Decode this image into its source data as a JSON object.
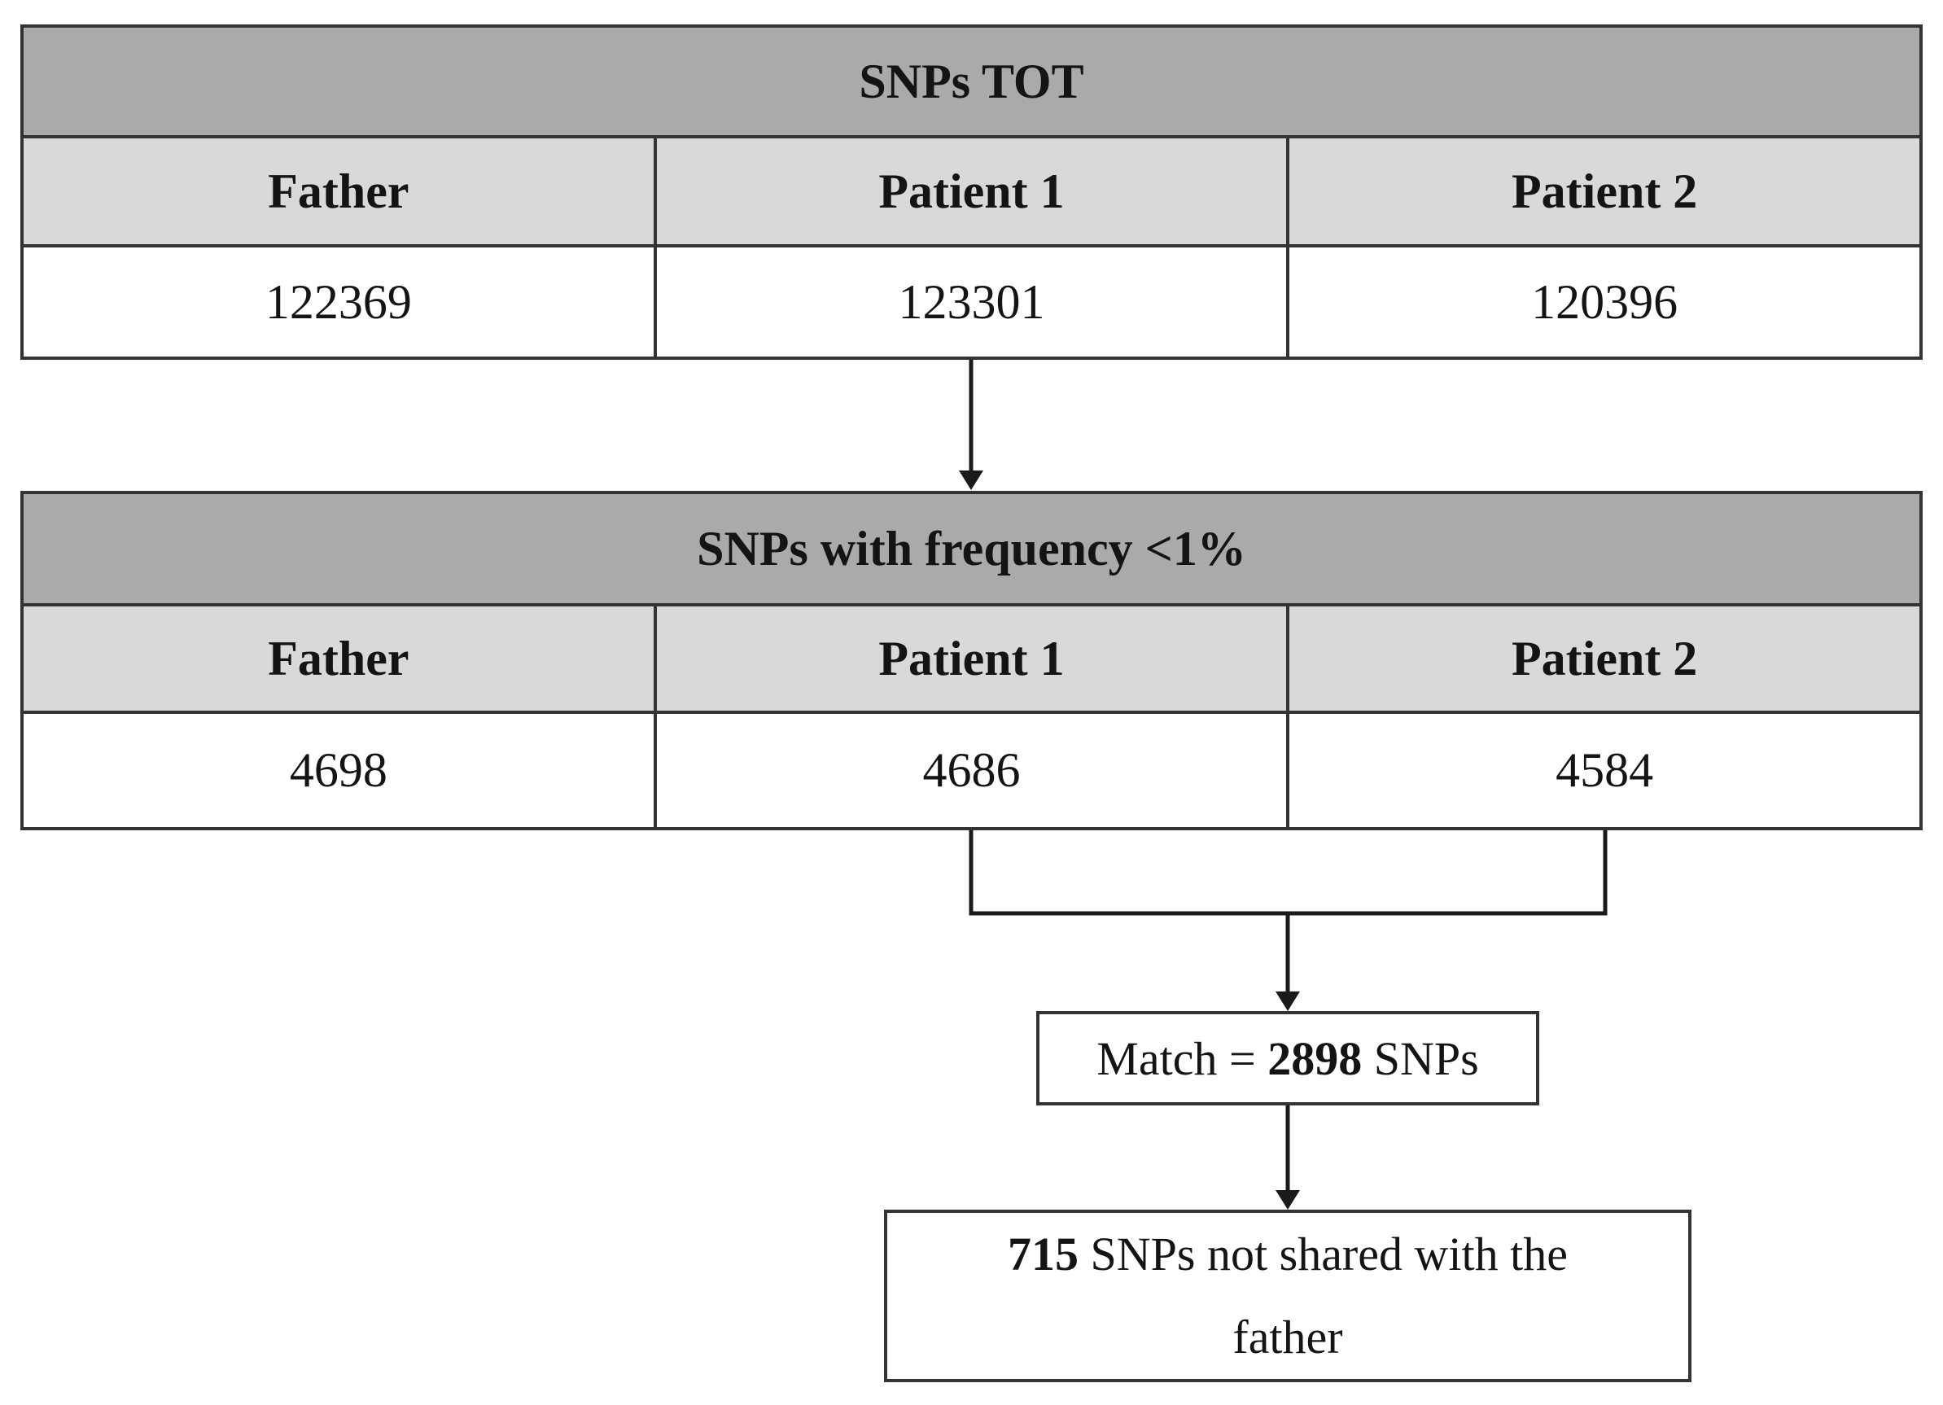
{
  "figure": {
    "tables": [
      {
        "title": "SNPs TOT",
        "columns": [
          "Father",
          "Patient 1",
          "Patient 2"
        ],
        "values": [
          "122369",
          "123301",
          "120396"
        ]
      },
      {
        "title": "SNPs with frequency <1%",
        "columns": [
          "Father",
          "Patient 1",
          "Patient 2"
        ],
        "values": [
          "4698",
          "4686",
          "4584"
        ]
      }
    ],
    "match_box": {
      "prefix": "Match = ",
      "value": "2898",
      "suffix": " SNPs"
    },
    "result_box": {
      "value": "715",
      "line1_rest": " SNPs not shared with the",
      "line2": "father"
    }
  },
  "colors": {
    "title_row_bg": "#aaaaaa",
    "header_row_bg": "#d9d9d9",
    "cell_bg": "#ffffff",
    "grid_border": "#333333",
    "connector": "#1a1a1a",
    "text": "#141414"
  }
}
